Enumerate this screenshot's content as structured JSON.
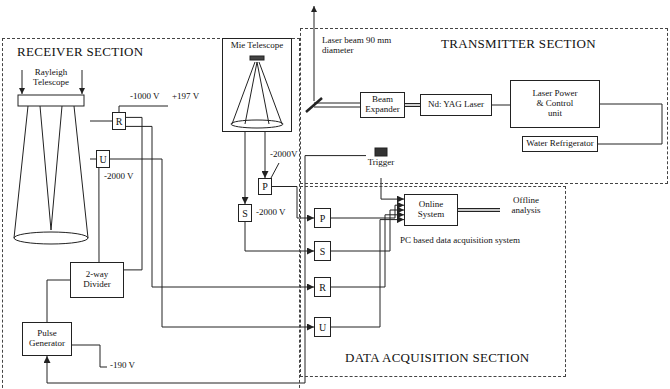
{
  "diagram": {
    "nodes": [
      {
        "text": [
          "RECEIVER SECTION"
        ]
      },
      {
        "text": [
          "Rayleigh Telescope"
        ],
        "in": 0
      },
      {
        "text": [
          "R"
        ],
        "in": 0
      },
      {
        "text": [
          "U"
        ],
        "in": 0
      },
      {
        "text": [
          "Mie Telescope"
        ],
        "in": 0
      },
      {
        "text": [
          "P"
        ],
        "in": 0
      },
      {
        "text": [
          "S"
        ],
        "in": 0
      },
      {
        "text": [
          "2-way Divider"
        ],
        "in": 0
      },
      {
        "text": [
          "Pulse Generator"
        ],
        "in": 0
      },
      {
        "text": [
          "TRANSMITTER SECTION"
        ]
      },
      {
        "text": [
          "Beam Expander"
        ],
        "in": 9
      },
      {
        "text": [
          "Nd: YAG Laser"
        ],
        "in": 9
      },
      {
        "text": [
          "Laser Power & Control unit"
        ],
        "in": 9
      },
      {
        "text": [
          "Water Refrigerator"
        ],
        "in": 9
      },
      {
        "text": [
          "Trigger"
        ],
        "in": 9
      },
      {
        "text": [
          "DATA ACQUISITION SECTION"
        ]
      },
      {
        "text": [
          "P"
        ],
        "in": 15
      },
      {
        "text": [
          "S"
        ],
        "in": 15
      },
      {
        "text": [
          "R"
        ],
        "in": 15
      },
      {
        "text": [
          "U"
        ],
        "in": 15
      },
      {
        "text": [
          "Online System"
        ],
        "in": 15
      },
      {
        "text": [
          "Offline analysis"
        ],
        "in": 15
      }
    ],
    "edges": [
      {
        "from": 1,
        "to": 2,
        "arrow": "none"
      },
      {
        "from": 1,
        "to": 3,
        "arrow": "none"
      },
      {
        "from": 2,
        "to": 18,
        "arrow": "to"
      },
      {
        "from": 3,
        "to": 19,
        "arrow": "to"
      },
      {
        "from": 4,
        "to": 5,
        "arrow": "to"
      },
      {
        "from": 4,
        "to": 6,
        "arrow": "to"
      },
      {
        "from": 5,
        "to": 16,
        "arrow": "to"
      },
      {
        "from": 6,
        "to": 17,
        "arrow": "to"
      },
      {
        "from": 7,
        "to": 2,
        "arrow": "none"
      },
      {
        "from": 7,
        "to": 3,
        "arrow": "none"
      },
      {
        "from": 8,
        "to": 7,
        "arrow": "none"
      },
      {
        "from": 14,
        "to": 8,
        "arrow": "to"
      },
      {
        "from": 14,
        "to": 20,
        "arrow": "to"
      },
      {
        "from": 16,
        "to": 20,
        "arrow": "to"
      },
      {
        "from": 17,
        "to": 20,
        "arrow": "to"
      },
      {
        "from": 18,
        "to": 20,
        "arrow": "to"
      },
      {
        "from": 19,
        "to": 20,
        "arrow": "to"
      },
      {
        "from": 20,
        "to": 21,
        "arrow": "none"
      },
      {
        "from": 10,
        "to": 11,
        "arrow": "none"
      },
      {
        "from": 11,
        "to": 12,
        "arrow": "none"
      },
      {
        "from": 13,
        "to": 12,
        "arrow": "none"
      }
    ],
    "labels": [
      "-1000 V",
      "+197 V",
      "-2000 V",
      "-2000V",
      "-2000 V",
      "-190 V",
      "Laser beam 90 mm diameter",
      "PC based data acquisition system"
    ]
  }
}
